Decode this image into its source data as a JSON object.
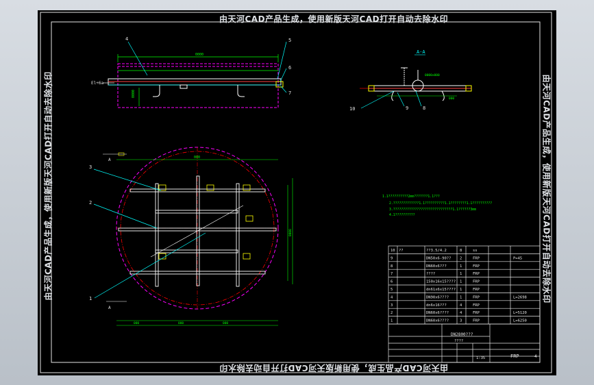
{
  "watermark": {
    "top": "由天河CAD产品生成，使用新版天河CAD打开自动去除水印",
    "bottom": "由天河CAD产品生成，使用新版天河CAD打开自动去除水印",
    "left": "由天河CAD产品生成，使用新版天河CAD打开自动去除水印",
    "right": "由天河CAD产品生成，使用新版天河CAD打开自动去除水印"
  },
  "drawing": {
    "section_label": "A-A",
    "elev_label": "El+6a",
    "callouts": [
      "4",
      "5",
      "6",
      "7",
      "3",
      "2",
      "1",
      "10",
      "9",
      "8"
    ],
    "section_marks": [
      "A",
      "A"
    ],
    "notes": [
      "1.1??????????2mm???????1.1???",
      "2.?????????????1.1??????????1.1????????1.1??????????",
      "3.??????????????????????????????1.1??????3mm",
      "4.1??????????"
    ]
  },
  "bom": {
    "rows": [
      {
        "no": "10",
        "code": "??",
        "name": "??3.5/4.2",
        "qty": "8",
        "mat": "ss",
        "note": ""
      },
      {
        "no": "9",
        "code": "",
        "name": "DN50x6-90??",
        "qty": "2",
        "mat": "FRP",
        "note": "P=45"
      },
      {
        "no": "8",
        "code": "",
        "name": "DN60x6???",
        "qty": "1",
        "mat": "FRP",
        "note": ""
      },
      {
        "no": "7",
        "code": "",
        "name": "????",
        "qty": "1",
        "mat": "FRP",
        "note": ""
      },
      {
        "no": "6",
        "code": "",
        "name": "150x16x15????",
        "qty": "1",
        "mat": "FRP",
        "note": ""
      },
      {
        "no": "5",
        "code": "",
        "name": "dn61x6x15????",
        "qty": "1",
        "mat": "FRP",
        "note": ""
      },
      {
        "no": "4",
        "code": "",
        "name": "DN90x6????",
        "qty": "1",
        "mat": "FRP",
        "note": "L=2698"
      },
      {
        "no": "3",
        "code": "",
        "name": "dn6x16???",
        "qty": "4",
        "mat": "FRP",
        "note": ""
      },
      {
        "no": "2",
        "code": "",
        "name": "DN60x6????",
        "qty": "4",
        "mat": "FRP",
        "note": "L=5120"
      },
      {
        "no": "1",
        "code": "",
        "name": "DN60x6????",
        "qty": "3",
        "mat": "FRP",
        "note": "L=6250"
      }
    ],
    "title_code": "DN2800???",
    "title_sub": "????",
    "scale": "1:35",
    "material": "FRP",
    "sheet": "4"
  }
}
